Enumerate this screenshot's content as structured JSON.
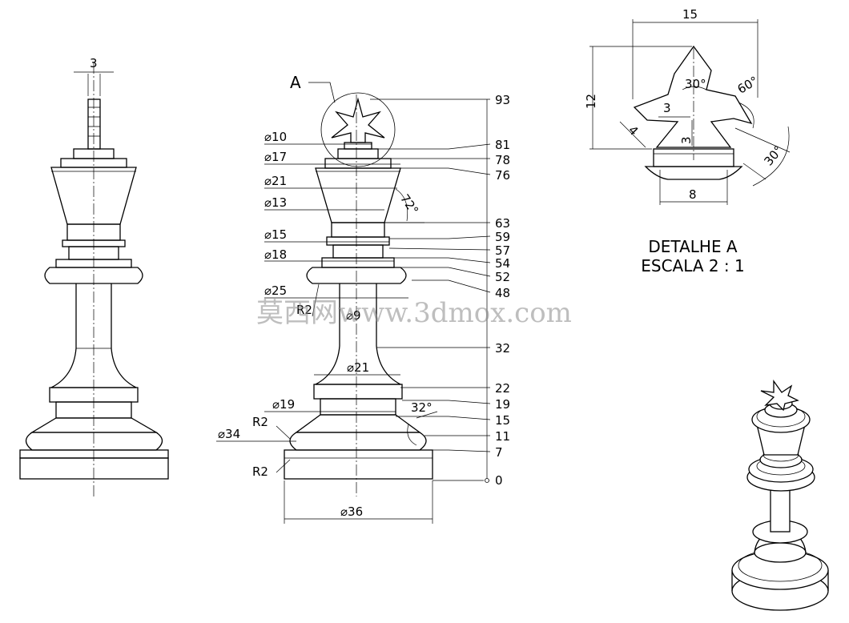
{
  "side_view": {
    "top_width": "3"
  },
  "section_view": {
    "detail_callout": "A",
    "diameters": [
      "⌀10",
      "⌀17",
      "⌀21",
      "⌀13",
      "⌀15",
      "⌀18",
      "⌀25",
      "⌀9",
      "⌀21",
      "⌀19",
      "⌀34",
      "⌀36"
    ],
    "radii": [
      "R2",
      "R2",
      "R2"
    ],
    "angles": [
      "72°",
      "32°"
    ],
    "heights": [
      "93",
      "81",
      "78",
      "76",
      "63",
      "59",
      "57",
      "54",
      "52",
      "48",
      "32",
      "22",
      "19",
      "15",
      "11",
      "7",
      "0"
    ]
  },
  "detail_view": {
    "width_top": "15",
    "height": "12",
    "small_w": "3",
    "small_h": "3",
    "arm": "4",
    "base_w": "8",
    "angle_top": "30°",
    "angle_right": "60°",
    "angle_lower": "30°",
    "title_line1": "DETALHE A",
    "title_line2": "ESCALA 2 : 1"
  },
  "watermark": "莫西网www.3dmox.com"
}
